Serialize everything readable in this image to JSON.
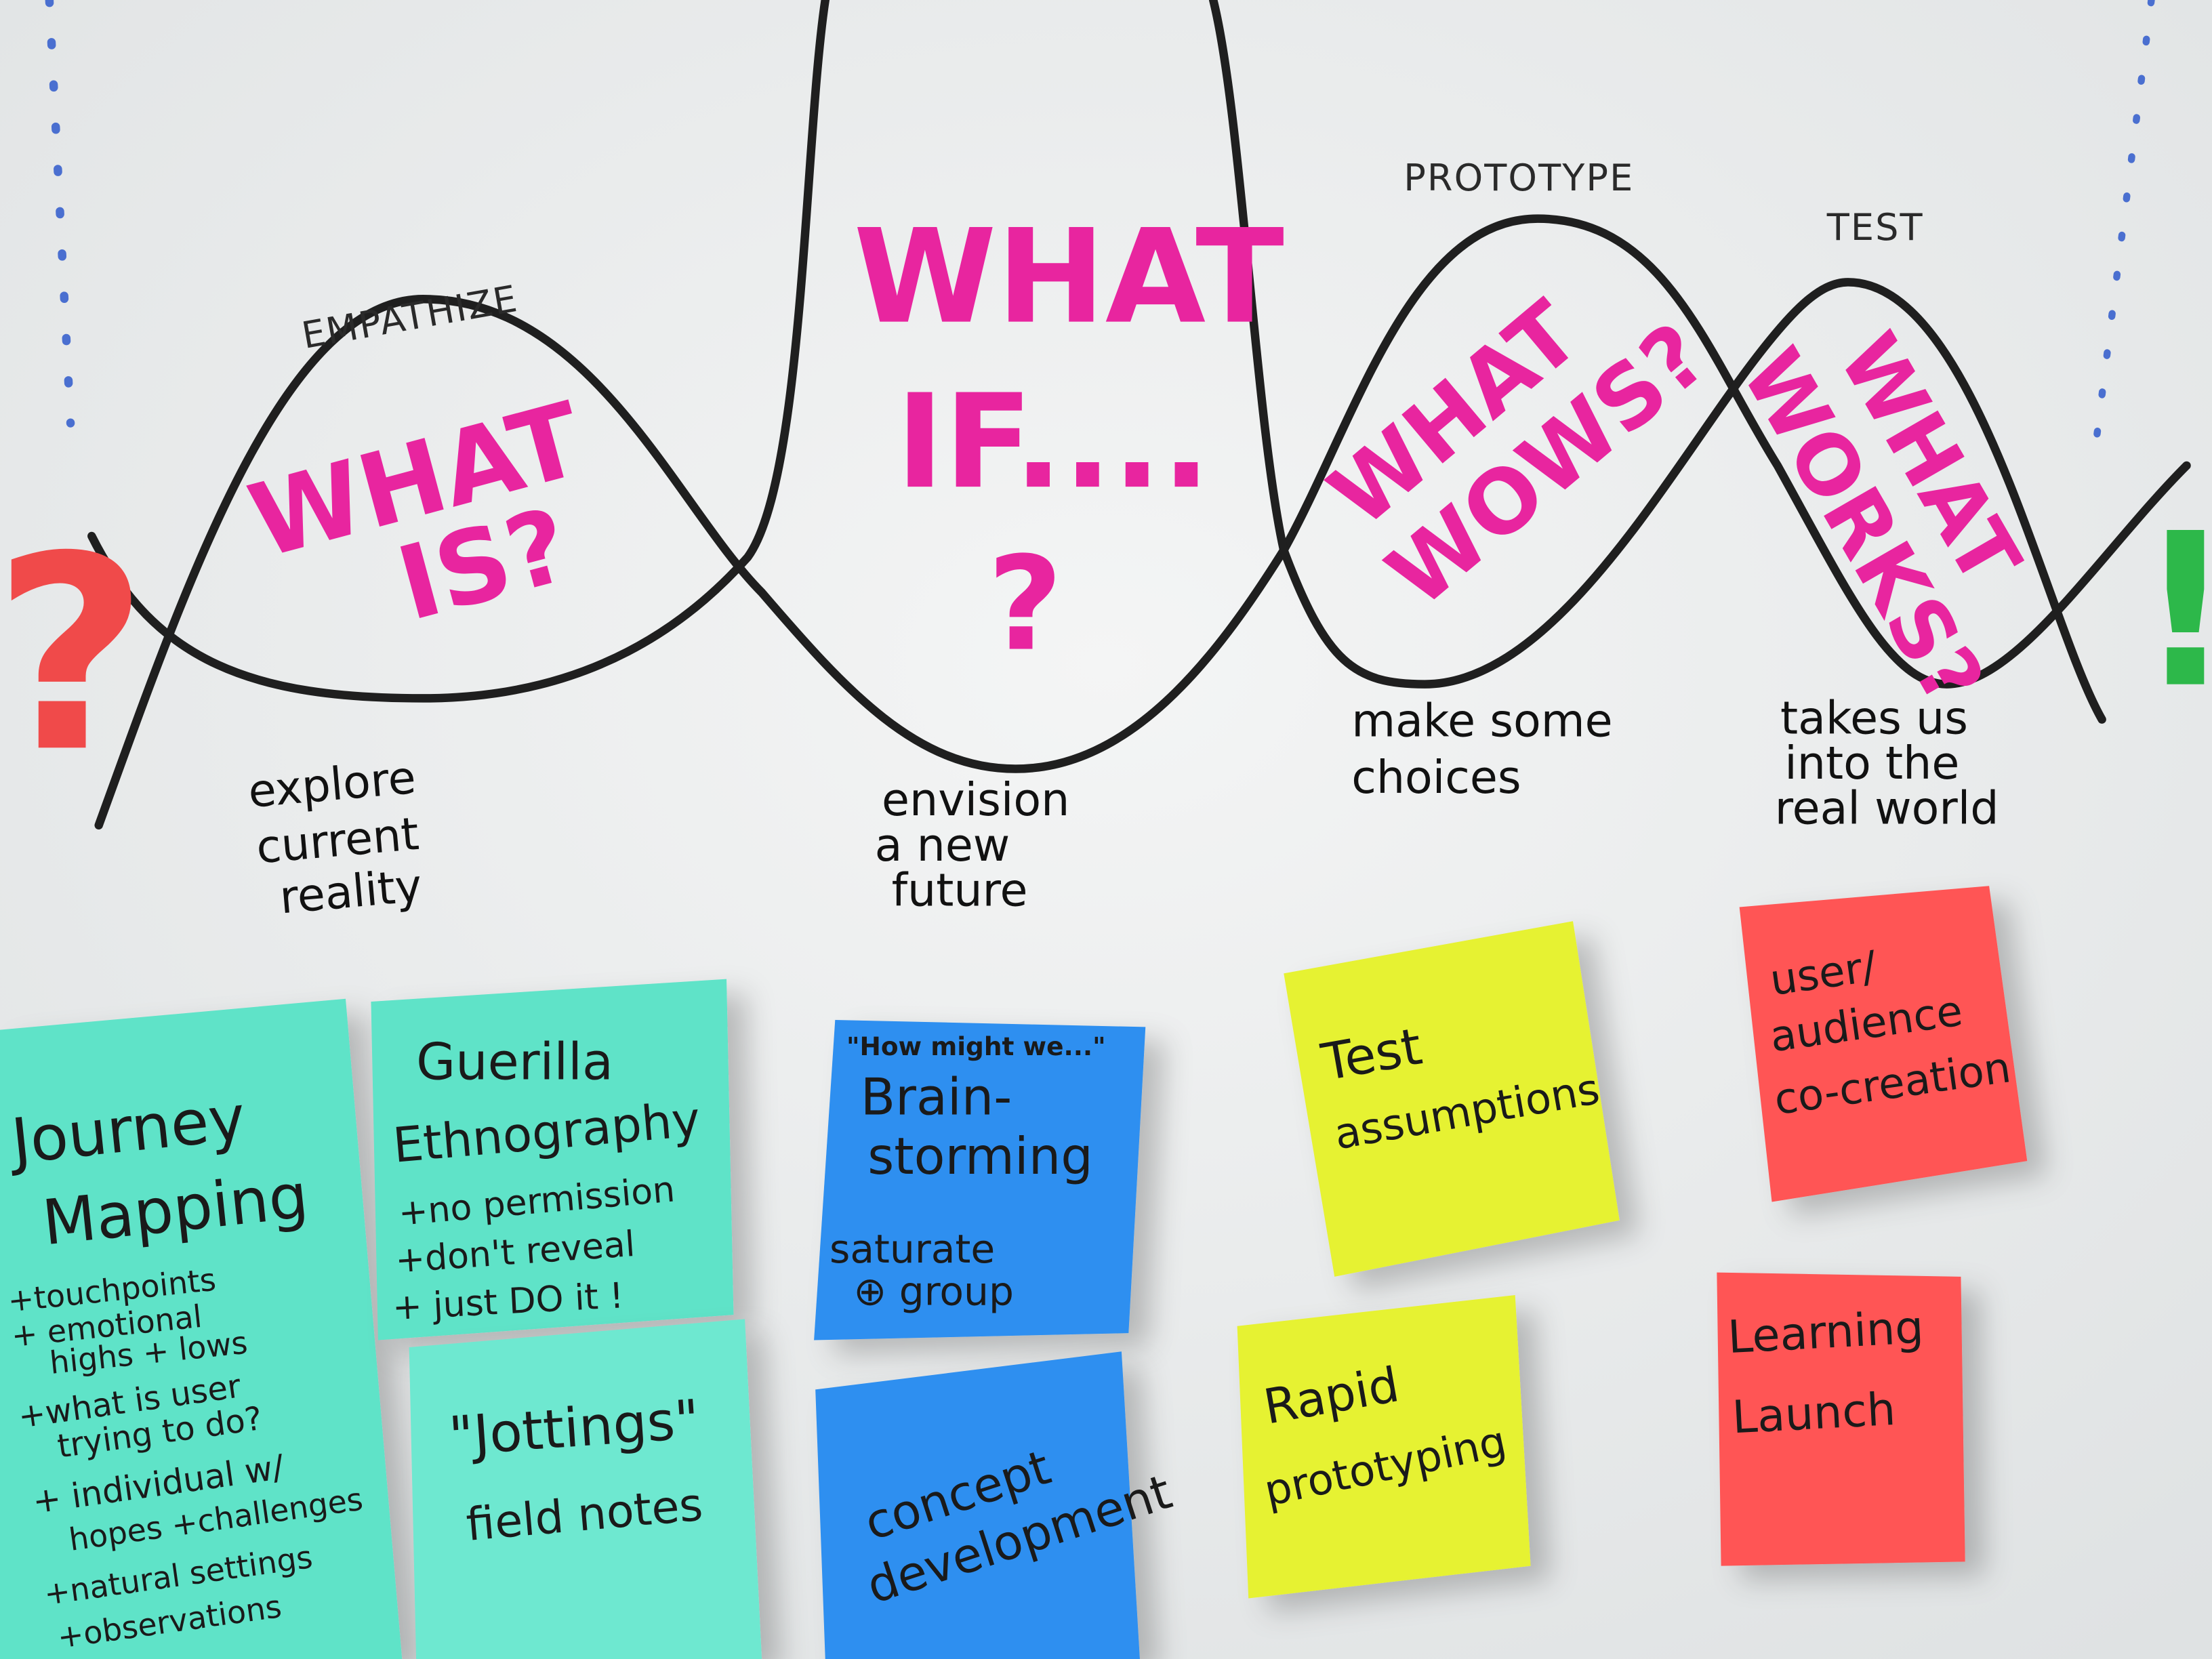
{
  "colors": {
    "board": "#eceeef",
    "marker_pink": "#e8259f",
    "marker_black": "#1f1f1f",
    "question_red": "#f04a4a",
    "exclaim_green": "#2db84a",
    "teal_note": "#5fe3c8",
    "blue_note": "#2f8ff0",
    "yellow_note": "#e6f233",
    "red_note": "#ff5555",
    "dotted_blue": "#4a6fd0"
  },
  "symbols": {
    "start": "?",
    "end": "!"
  },
  "stages": [
    {
      "label": "EMPATHIZE",
      "question": [
        "WHAT",
        "IS?"
      ],
      "caption": [
        "explore",
        "current",
        "reality"
      ]
    },
    {
      "label": "",
      "question": [
        "WHAT",
        "IF....",
        "?"
      ],
      "caption": [
        "envision",
        "a new",
        "future"
      ]
    },
    {
      "label": "PROTOTYPE",
      "question": [
        "WHAT",
        "WOWS?"
      ],
      "caption": [
        "make some",
        "choices"
      ]
    },
    {
      "label": "TEST",
      "question": [
        "WHAT",
        "WORKS?"
      ],
      "caption": [
        "takes us",
        "into the",
        "real world"
      ]
    }
  ],
  "notes": [
    {
      "lines": [
        "Journey",
        "Mapping",
        "+touchpoints",
        "+ emotional",
        "highs + lows",
        "+what is user",
        "trying to do?",
        "+ individual w/",
        "hopes +challenges",
        "+natural settings",
        "+observations"
      ]
    },
    {
      "lines": [
        "Guerilla",
        "Ethnography",
        "+no permission",
        "+don't reveal",
        "+ just DO it !"
      ]
    },
    {
      "lines": [
        "\"Jottings\"",
        "field notes"
      ]
    },
    {
      "lines": [
        "\"How might we...\"",
        "Brain-",
        "storming",
        "saturate",
        "⊕ group"
      ]
    },
    {
      "lines": [
        "concept",
        "development"
      ]
    },
    {
      "lines": [
        "Test",
        "assumptions"
      ]
    },
    {
      "lines": [
        "Rapid",
        "prototyping"
      ]
    },
    {
      "lines": [
        "user/",
        "audience",
        "co-creation"
      ]
    },
    {
      "lines": [
        "Learning",
        "Launch"
      ]
    }
  ]
}
